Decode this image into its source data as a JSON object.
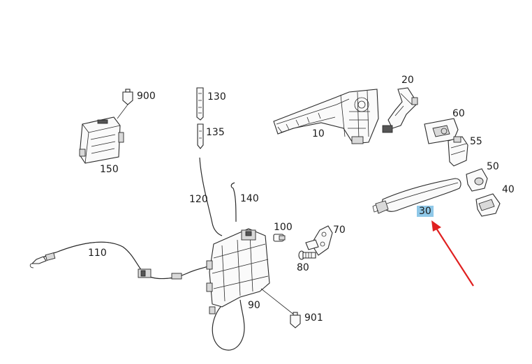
{
  "diagram": {
    "labels": {
      "p900": "900",
      "p150": "150",
      "p130": "130",
      "p135": "135",
      "p120": "120",
      "p140": "140",
      "p110": "110",
      "p10": "10",
      "p20": "20",
      "p60": "60",
      "p55": "55",
      "p50": "50",
      "p40": "40",
      "p30": "30",
      "p100": "100",
      "p70": "70",
      "p80": "80",
      "p90": "90",
      "p901": "901"
    },
    "highlighted_part": "30",
    "colors": {
      "highlight": "#8fc8e8",
      "arrow": "#e02020",
      "line": "#2a2a2a"
    }
  }
}
